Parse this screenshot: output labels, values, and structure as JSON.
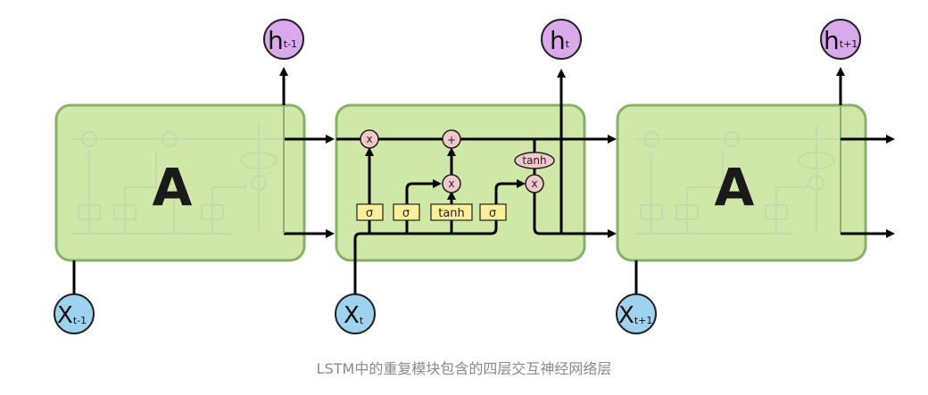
{
  "diagram": {
    "blocks": [
      {
        "label": "A"
      },
      {
        "label": ""
      },
      {
        "label": "A"
      }
    ],
    "outputs": [
      {
        "main": "h",
        "sub": "t-1"
      },
      {
        "main": "h",
        "sub": "t"
      },
      {
        "main": "h",
        "sub": "t+1"
      }
    ],
    "inputs": [
      {
        "main": "X",
        "sub": "t-1"
      },
      {
        "main": "X",
        "sub": "t"
      },
      {
        "main": "X",
        "sub": "t+1"
      }
    ],
    "gates": [
      "σ",
      "σ",
      "tanh",
      "σ"
    ],
    "ops": {
      "mult": "x",
      "add": "+",
      "tanh": "tanh"
    },
    "colors": {
      "block_fill": "#cfe8a8",
      "block_stroke": "#86b267",
      "gate_fill": "#fcef9a",
      "op_fill": "#f3c8cc",
      "output_fill": "#d9a9ec",
      "input_fill": "#9fd2ee"
    }
  },
  "caption": "LSTM中的重复模块包含的四层交互神经网络层"
}
